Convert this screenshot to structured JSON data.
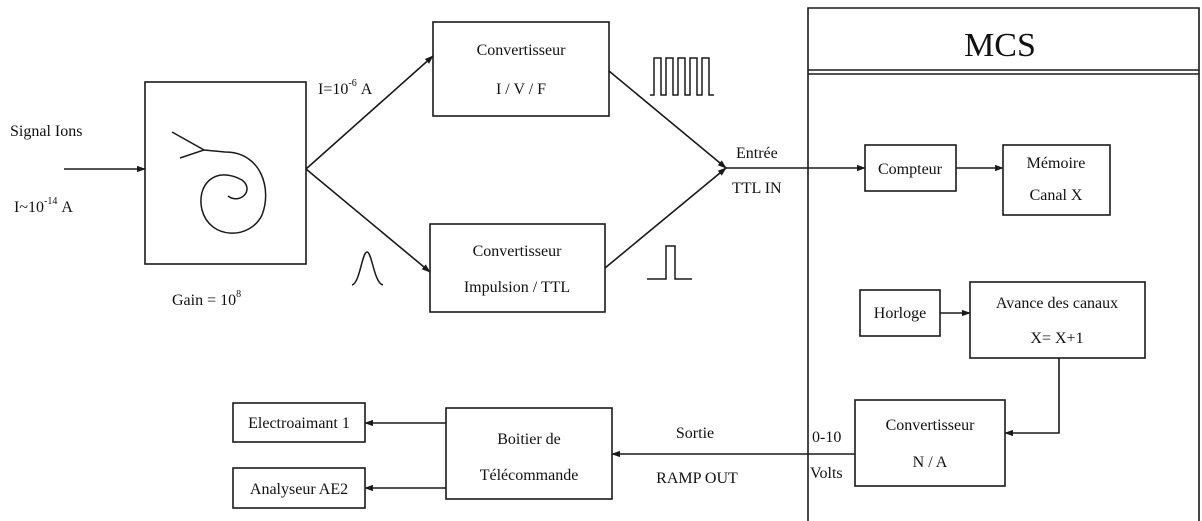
{
  "input": {
    "signal_label": "Signal Ions",
    "current_prefix": "I~10",
    "current_exp": "-14",
    "current_unit": "A"
  },
  "multiplier": {
    "gain_prefix": "Gain = 10",
    "gain_exp": "8"
  },
  "upper_path": {
    "current_prefix": "I=10",
    "current_exp": "-6",
    "current_unit": "A",
    "converter_line1": "Convertisseur",
    "converter_line2": "I / V / F"
  },
  "lower_path": {
    "converter_line1": "Convertisseur",
    "converter_line2": "Impulsion / TTL"
  },
  "ttl_input": {
    "line1": "Entrée",
    "line2": "TTL IN"
  },
  "mcs": {
    "title": "MCS",
    "counter": "Compteur",
    "memory_line1": "Mémoire",
    "memory_line2": "Canal X",
    "clock": "Horloge",
    "advance_line1": "Avance des canaux",
    "advance_line2": "X= X+1",
    "dac_line1": "Convertisseur",
    "dac_line2": "N / A",
    "range_line1": "0-10",
    "range_line2": "Volts"
  },
  "output": {
    "line1": "Sortie",
    "line2": "RAMP OUT",
    "remote_line1": "Boitier de",
    "remote_line2": "Télécommande",
    "target1": "Electroaimant 1",
    "target2": "Analyseur AE2"
  }
}
